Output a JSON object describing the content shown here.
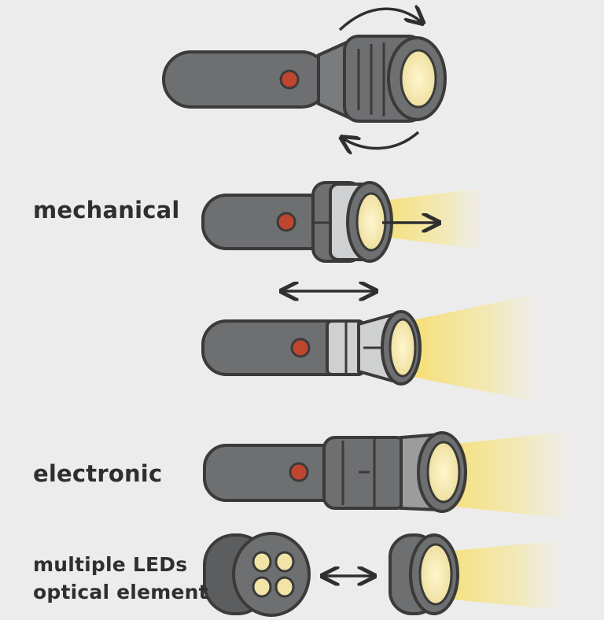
{
  "labels": {
    "mechanical": "mechanical",
    "electronic": "electronic",
    "multiple_leds": "multiple LEDs",
    "optical_element": "optical element"
  },
  "colors": {
    "background": "#ececec",
    "body": "#6e6f71",
    "body_shade": "#5c5d5f",
    "outline": "#3a3a3a",
    "head_light": "#cfd0d1",
    "lens": "#f5e9b4",
    "beam": "#f6dd6a",
    "button": "#c0452e",
    "led": "#f2e4a6"
  },
  "icons": [
    "rotate-arrow-icon",
    "push-arrow-icon",
    "double-arrow-icon",
    "swap-arrow-icon"
  ]
}
